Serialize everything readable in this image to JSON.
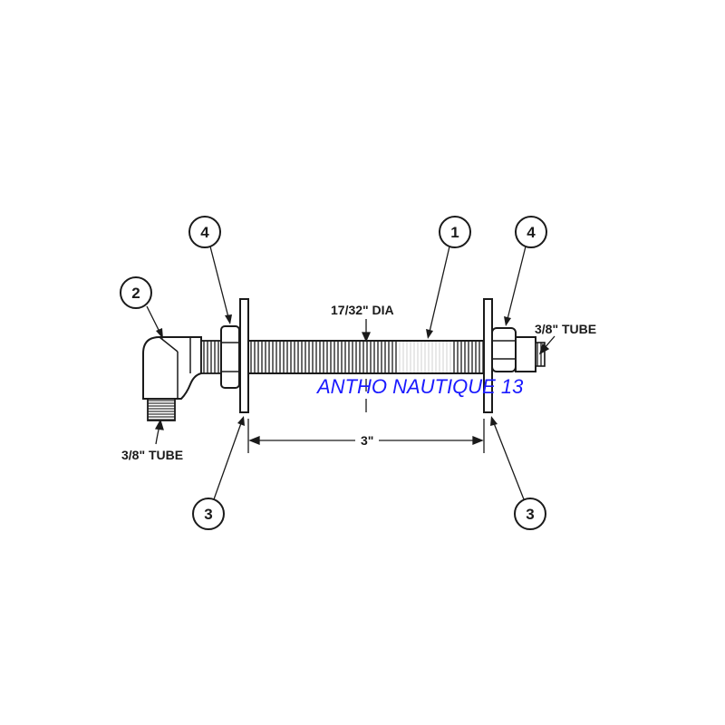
{
  "diagram": {
    "callouts": {
      "elbow": "2",
      "nut_left": "4",
      "nut_right": "4",
      "rod": "1",
      "washer_left": "3",
      "washer_right": "3"
    },
    "labels": {
      "rod_diameter": "17/32\" DIA",
      "tube_left": "3/8\" TUBE",
      "tube_right": "3/8\" TUBE",
      "span": "3\""
    },
    "watermark": "ANTHO NAUTIQUE 13",
    "colors": {
      "ink": "#1a1a1a",
      "watermark": "#1a1aff"
    }
  }
}
